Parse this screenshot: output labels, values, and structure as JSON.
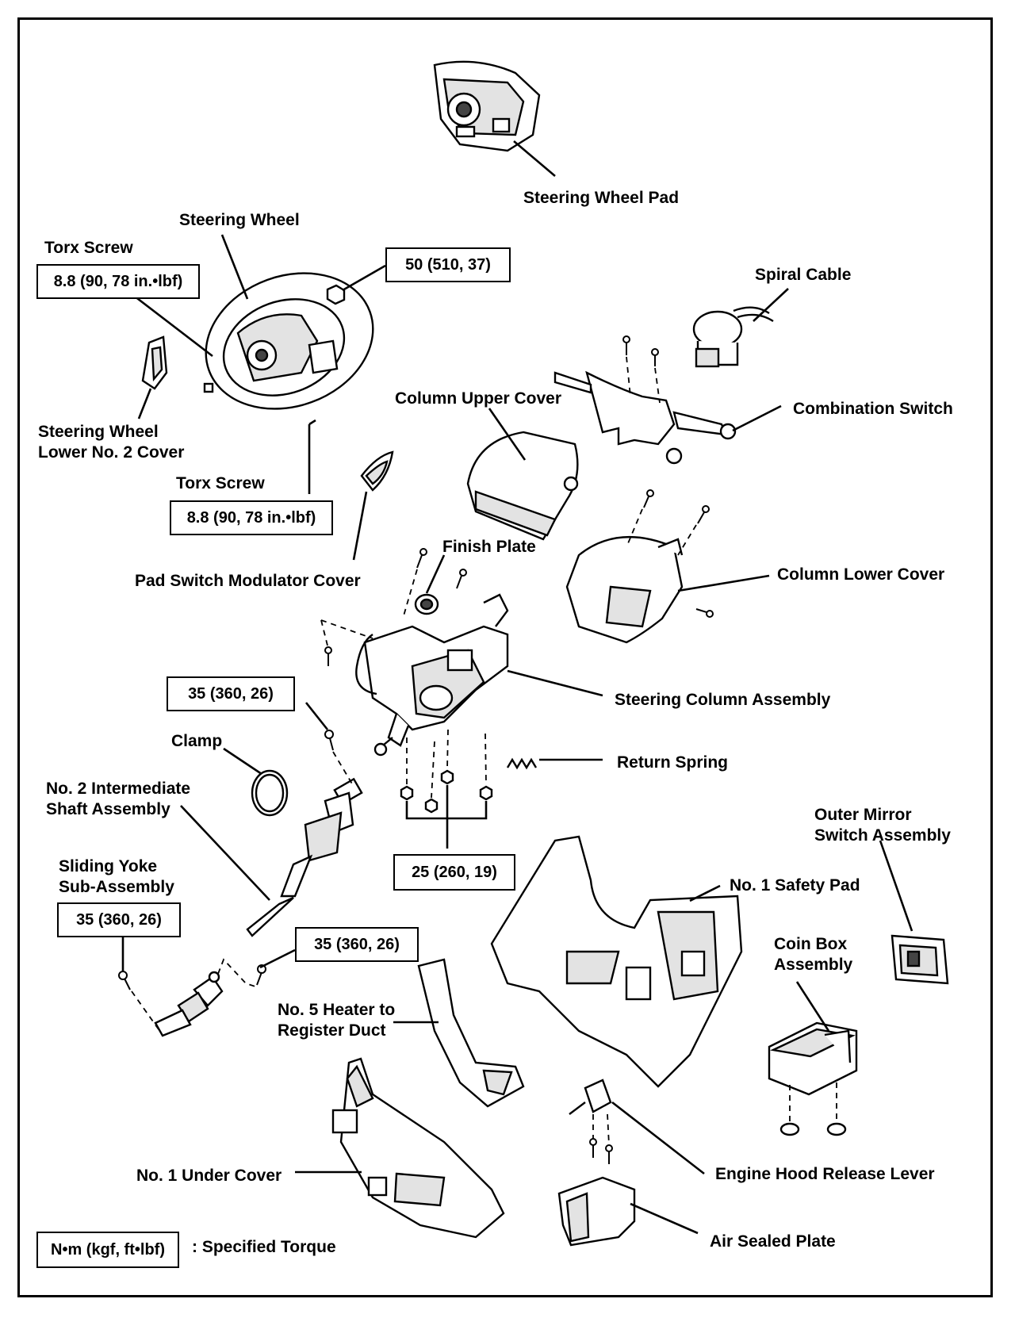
{
  "labels": {
    "steering_wheel_pad": "Steering Wheel Pad",
    "steering_wheel": "Steering Wheel",
    "torx_screw_1": "Torx Screw",
    "torx_screw_2": "Torx Screw",
    "spiral_cable": "Spiral Cable",
    "combination_switch": "Combination Switch",
    "column_upper_cover": "Column Upper Cover",
    "steering_wheel_lower_no2_cover_1": "Steering Wheel",
    "steering_wheel_lower_no2_cover_2": "Lower No. 2 Cover",
    "pad_switch_modulator_cover": "Pad Switch Modulator Cover",
    "finish_plate": "Finish Plate",
    "column_lower_cover": "Column Lower Cover",
    "steering_column_assembly": "Steering Column Assembly",
    "clamp": "Clamp",
    "return_spring": "Return Spring",
    "no2_intermediate_shaft_1": "No. 2 Intermediate",
    "no2_intermediate_shaft_2": "Shaft Assembly",
    "outer_mirror_switch_1": "Outer Mirror",
    "outer_mirror_switch_2": "Switch Assembly",
    "sliding_yoke_1": "Sliding Yoke",
    "sliding_yoke_2": "Sub-Assembly",
    "no1_safety_pad": "No. 1 Safety Pad",
    "coin_box_1": "Coin Box",
    "coin_box_2": "Assembly",
    "no5_heater_duct_1": "No. 5 Heater to",
    "no5_heater_duct_2": "Register Duct",
    "no1_under_cover": "No. 1 Under Cover",
    "engine_hood_release_lever": "Engine Hood Release Lever",
    "air_sealed_plate": "Air Sealed Plate",
    "specified_torque": ": Specified Torque"
  },
  "torque_boxes": {
    "wheel_nut": "50 (510, 37)",
    "torx_1": "8.8 (90, 78 in.•lbf)",
    "torx_2": "8.8 (90, 78 in.•lbf)",
    "shaft_bolt": "35 (360, 26)",
    "column_nuts": "25 (260, 19)",
    "yoke_bolt_1": "35 (360, 26)",
    "yoke_bolt_2": "35 (360, 26)",
    "legend": "N•m (kgf, ft•lbf)"
  }
}
